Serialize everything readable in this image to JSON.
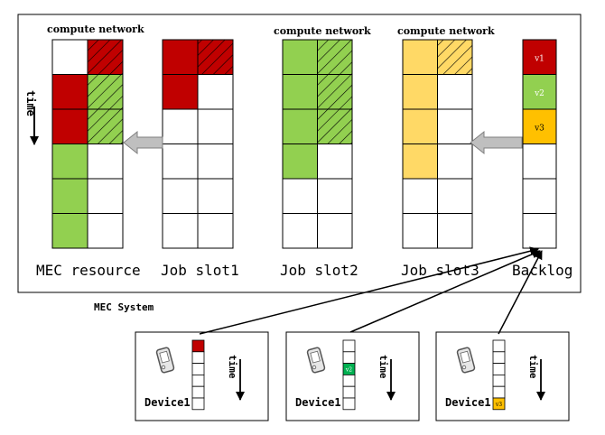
{
  "system_label": "MEC System",
  "time_label": "time",
  "columns": {
    "compute_header": "compute network",
    "mec_resource": "MEC resource",
    "job_slot1": "Job slot1",
    "job_slot2": "Job slot2",
    "job_slot3": "Job slot3",
    "backlog": "Backlog"
  },
  "backlog_items": [
    "v1",
    "v2",
    "v3"
  ],
  "devices": [
    {
      "label": "Device1",
      "task_label": ""
    },
    {
      "label": "Device1",
      "task_label": "v2"
    },
    {
      "label": "Device1",
      "task_label": "v3"
    }
  ],
  "colors": {
    "red": "#c00000",
    "green": "#92d050",
    "yellow": "#ffd966",
    "orange": "#ffc000",
    "device_green": "#00b050",
    "arrow_gray": "#bfbfbf"
  }
}
